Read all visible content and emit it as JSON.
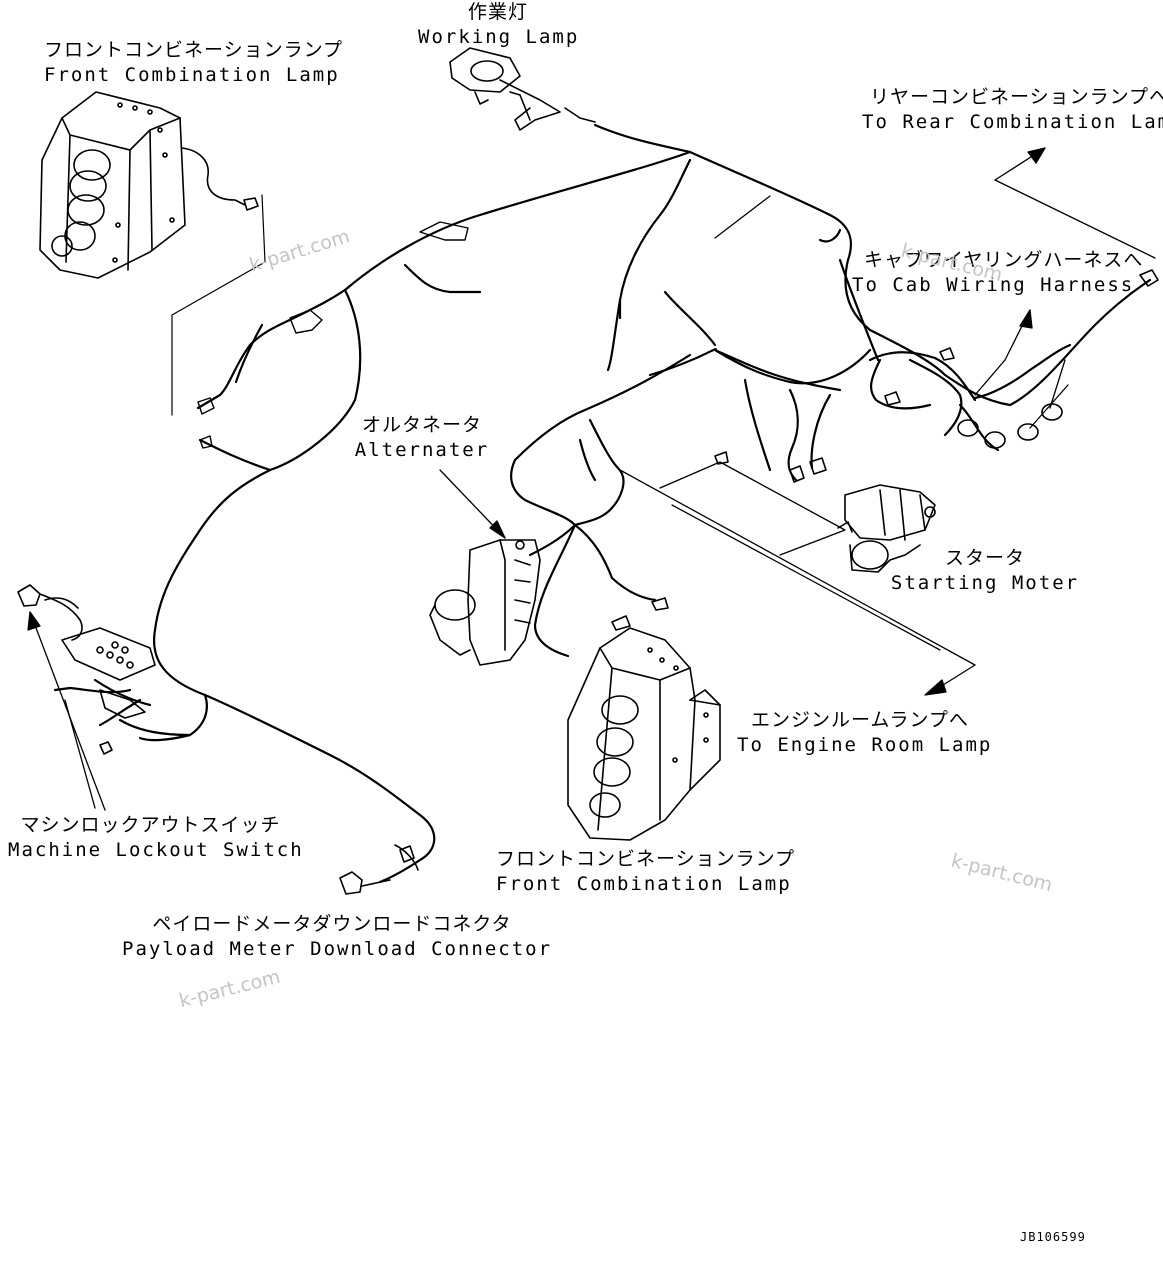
{
  "labels": {
    "working_lamp": {
      "jp": "作業灯",
      "en": "Working Lamp"
    },
    "front_combination_lamp_left": {
      "jp": "フロントコンビネーションランプ",
      "en": "Front Combination Lamp"
    },
    "rear_combination_lamp": {
      "jp": "リヤーコンビネーションランプへ",
      "en": "To Rear Combination Lamp"
    },
    "cab_wiring_harness": {
      "jp": "キャブワイヤリングハーネスへ",
      "en": "To Cab Wiring Harness"
    },
    "alternator": {
      "jp": "オルタネータ",
      "en": "Alternater"
    },
    "starting_motor": {
      "jp": "スタータ",
      "en": "Starting Moter"
    },
    "engine_room_lamp": {
      "jp": "エンジンルームランプへ",
      "en": "To Engine Room Lamp"
    },
    "machine_lockout_switch": {
      "jp": "マシンロックアウトスイッチ",
      "en": "Machine Lockout Switch"
    },
    "front_combination_lamp_right": {
      "jp": "フロントコンビネーションランプ",
      "en": "Front Combination Lamp"
    },
    "payload_meter_connector": {
      "jp": "ペイロードメータダウンロードコネクタ",
      "en": "Payload Meter Download Connector"
    }
  },
  "watermark": "k-part.com",
  "drawing_code": "JB106599"
}
